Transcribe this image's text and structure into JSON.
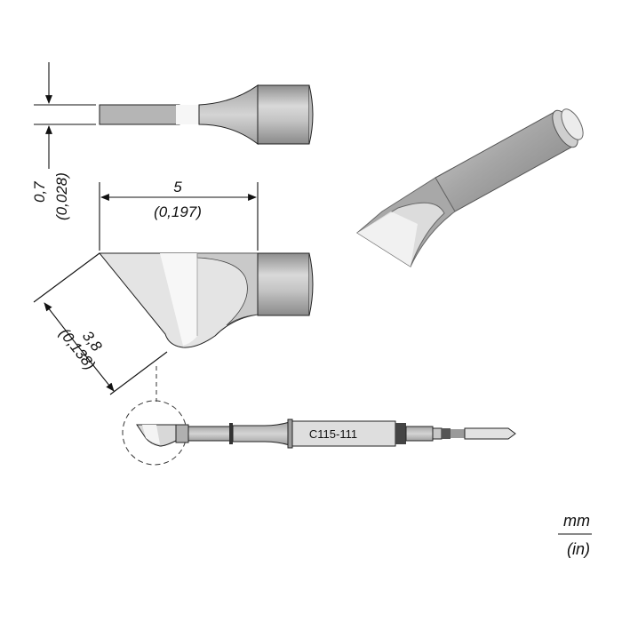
{
  "dimensions": {
    "thickness": {
      "mm": "0,7",
      "in": "(0,028)"
    },
    "width": {
      "mm": "5",
      "in": "(0,197)"
    },
    "blade": {
      "mm": "3,8",
      "in": "(0,138)"
    }
  },
  "part_code": "C115-111",
  "units": {
    "primary": "mm",
    "secondary": "(in)"
  },
  "colors": {
    "metal_dark": "#9a9a9a",
    "metal_mid": "#bdbdbd",
    "metal_light": "#e6e6e6",
    "highlight": "#f7f7f7",
    "line": "#111111"
  }
}
